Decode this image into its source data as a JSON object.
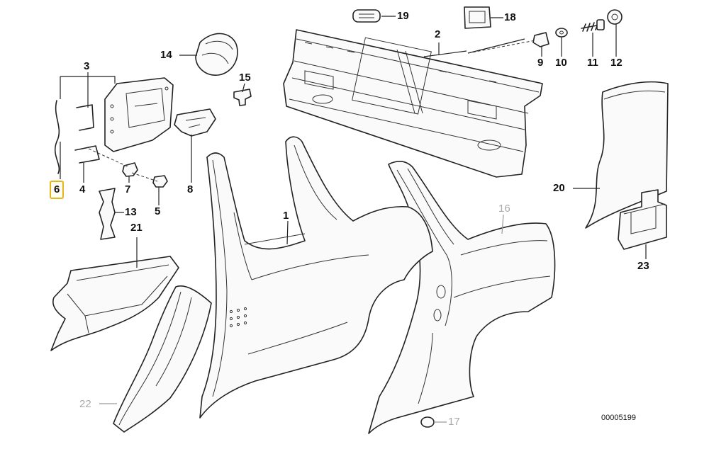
{
  "diagram": {
    "catalog_number": "00005199",
    "highlight_color": "#e6b619",
    "muted_label_color": "#aaaaaa",
    "callouts": {
      "p1": "1",
      "p2": "2",
      "p3": "3",
      "p4": "4",
      "p5": "5",
      "p6": "6",
      "p7": "7",
      "p8": "8",
      "p9": "9",
      "p10": "10",
      "p11": "11",
      "p12": "12",
      "p13": "13",
      "p14": "14",
      "p15": "15",
      "p16": "16",
      "p17": "17",
      "p18": "18",
      "p19": "19",
      "p20": "20",
      "p21": "21",
      "p22": "22",
      "p23": "23"
    },
    "highlighted_callout": "6"
  }
}
